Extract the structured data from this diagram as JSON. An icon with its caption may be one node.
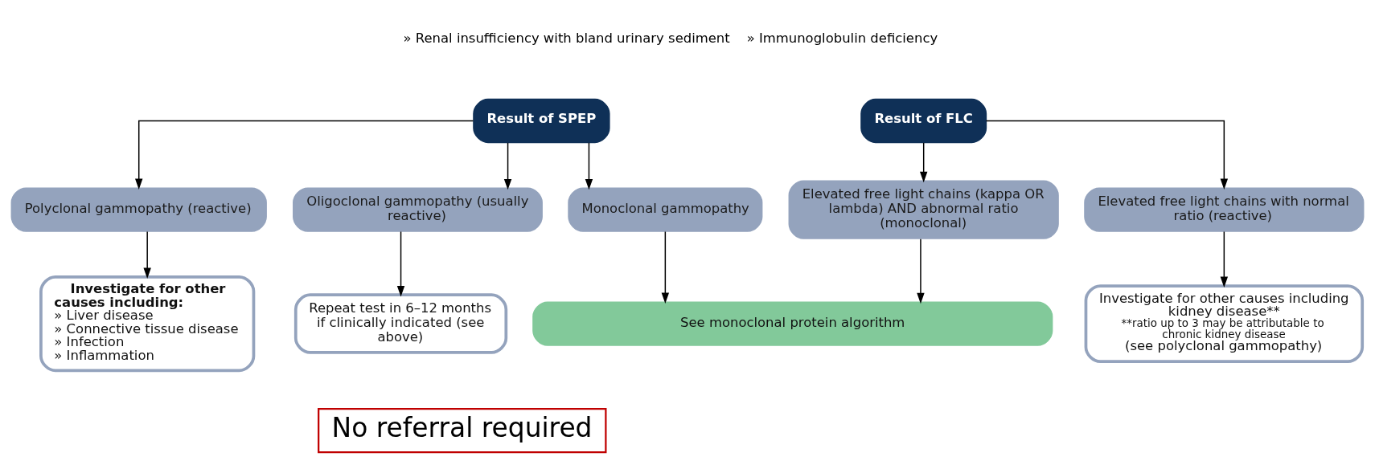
{
  "diagram": {
    "nodes": [
      {
        "text": [
          "Result of SPEP"
        ]
      },
      {
        "text": [
          "Result of FLC"
        ]
      },
      {
        "text": [
          "Polyclonal gammopathy (reactive)"
        ]
      },
      {
        "text": [
          "Oligoclonal gammopathy (usually reactive)"
        ]
      },
      {
        "text": [
          "Monoclonal gammopathy"
        ]
      },
      {
        "text": [
          "Elevated free light chains (kappa OR lambda) AND abnormal ratio (monoclonal)"
        ]
      },
      {
        "text": [
          "Elevated free light chains with normal ratio (reactive)"
        ]
      },
      {
        "text": [
          "Investigate for other causes including:",
          "» Liver disease",
          "» Connective tissue disease",
          "» Infection",
          "» Inflammation"
        ]
      },
      {
        "text": [
          "Repeat test in 6–12 months if clinically indicated (see above)"
        ]
      },
      {
        "text": [
          "See monoclonal protein algorithm"
        ]
      },
      {
        "text": [
          "Investigate for other causes including kidney disease**",
          "**ratio up to 3 may be attributable to chronic kidney disease",
          "(see polyclonal gammopathy)"
        ]
      },
      {
        "text": [
          "No referral required"
        ]
      }
    ],
    "edges": [
      {
        "from": 0,
        "to": 2,
        "arrow": "to"
      },
      {
        "from": 0,
        "to": 3,
        "arrow": "to"
      },
      {
        "from": 0,
        "to": 4,
        "arrow": "to"
      },
      {
        "from": 1,
        "to": 5,
        "arrow": "to"
      },
      {
        "from": 1,
        "to": 6,
        "arrow": "to"
      },
      {
        "from": 2,
        "to": 7,
        "arrow": "to"
      },
      {
        "from": 3,
        "to": 8,
        "arrow": "to"
      },
      {
        "from": 4,
        "to": 9,
        "arrow": "to"
      },
      {
        "from": 5,
        "to": 9,
        "arrow": "to"
      },
      {
        "from": 6,
        "to": 10,
        "arrow": "to"
      }
    ],
    "labels": [
      "» Renal insufficiency with bland urinary sediment",
      "» Immunoglobulin deficiency"
    ]
  }
}
